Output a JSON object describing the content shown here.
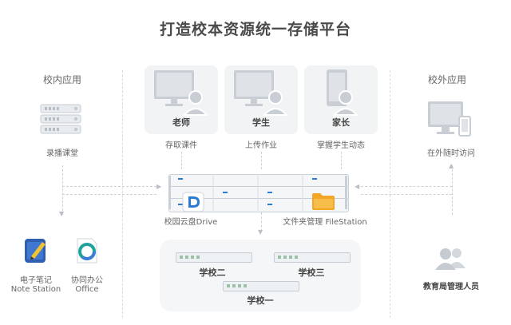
{
  "title": "打造校本资源统一存储平台",
  "left": {
    "heading": "校内应用",
    "record_label": "录播课堂",
    "apps": [
      {
        "name": "电子笔记",
        "sub": "Note Station"
      },
      {
        "name": "协同办公",
        "sub": "Office"
      }
    ]
  },
  "right": {
    "heading": "校外应用",
    "visit_label": "在外随时访问",
    "admin_label": "教育局管理人员"
  },
  "roles": [
    {
      "name": "老师",
      "action": "存取课件"
    },
    {
      "name": "学生",
      "action": "上传作业"
    },
    {
      "name": "家长",
      "action": "掌握学生动态"
    }
  ],
  "center": {
    "drive_label": "校园云盘Drive",
    "filestation_label": "文件夹管理 FileStation"
  },
  "schools": [
    "学校二",
    "学校三",
    "学校一"
  ],
  "colors": {
    "accent": "#2a7bd6",
    "folder": "#f3a526",
    "panel": "#f5f6f7"
  }
}
